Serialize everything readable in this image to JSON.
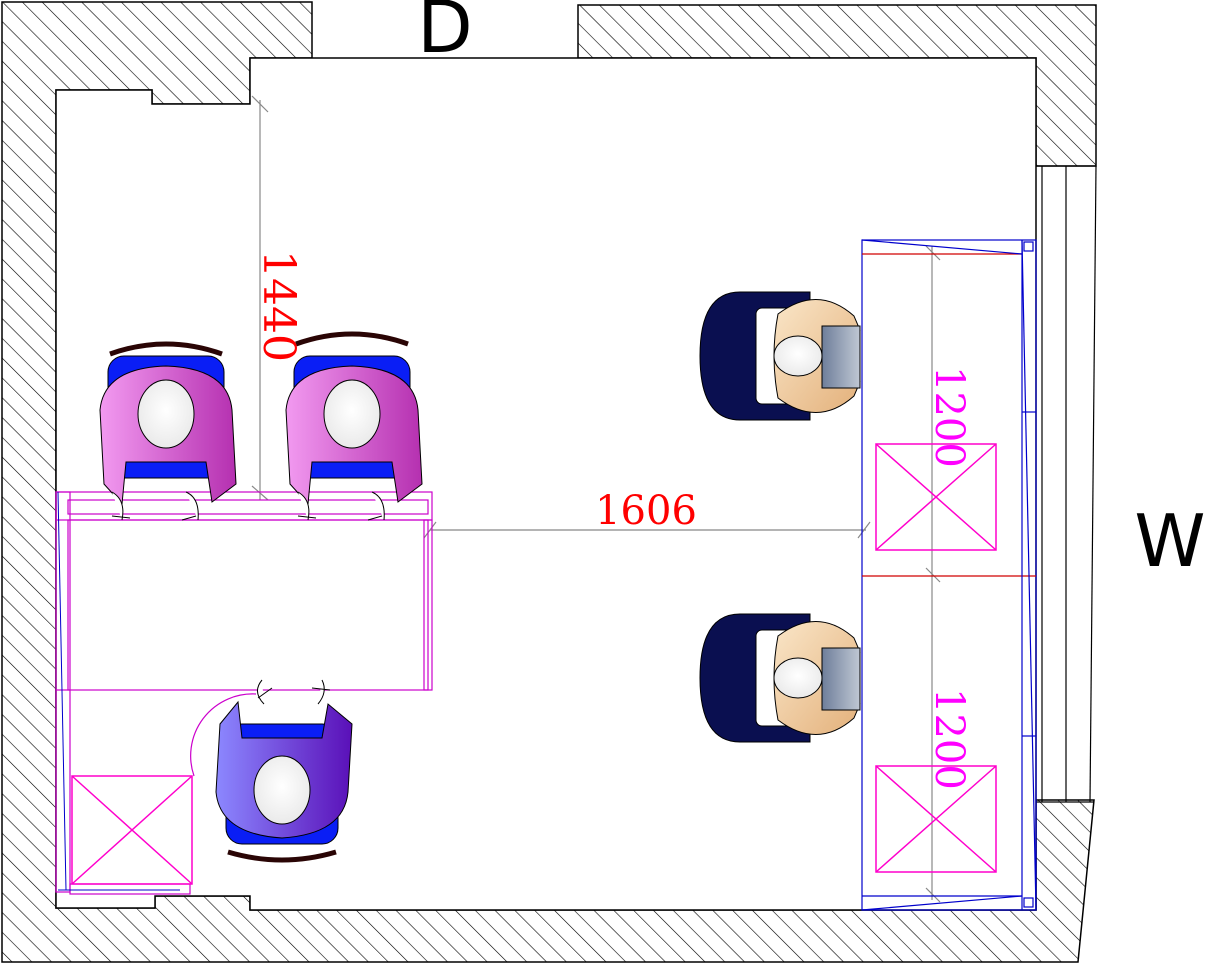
{
  "labels": {
    "door": "D",
    "window": "W"
  },
  "dimensions": {
    "vertical_clearance": "1440",
    "aisle_width": "1606",
    "desk_upper": "1200",
    "desk_lower": "1200"
  },
  "colors": {
    "wall_hatch": "#000000",
    "dimension_text": "#ff0000",
    "desk_text": "#ff00ff",
    "desk_outline": "#cc00cc",
    "cabinet_outline": "#ff00cc",
    "wall_unit": "#0000cc",
    "seat_blue": "#0a1ef5",
    "chair_navy": "#0a0f50",
    "shirt_pink": "#e080e0",
    "shirt_purple": "#7a30d0",
    "shirt_tan": "#f5d2a0"
  },
  "icons": {
    "person": "person-topdown-icon",
    "chair": "office-chair-icon",
    "cabinet": "storage-cabinet-icon"
  }
}
